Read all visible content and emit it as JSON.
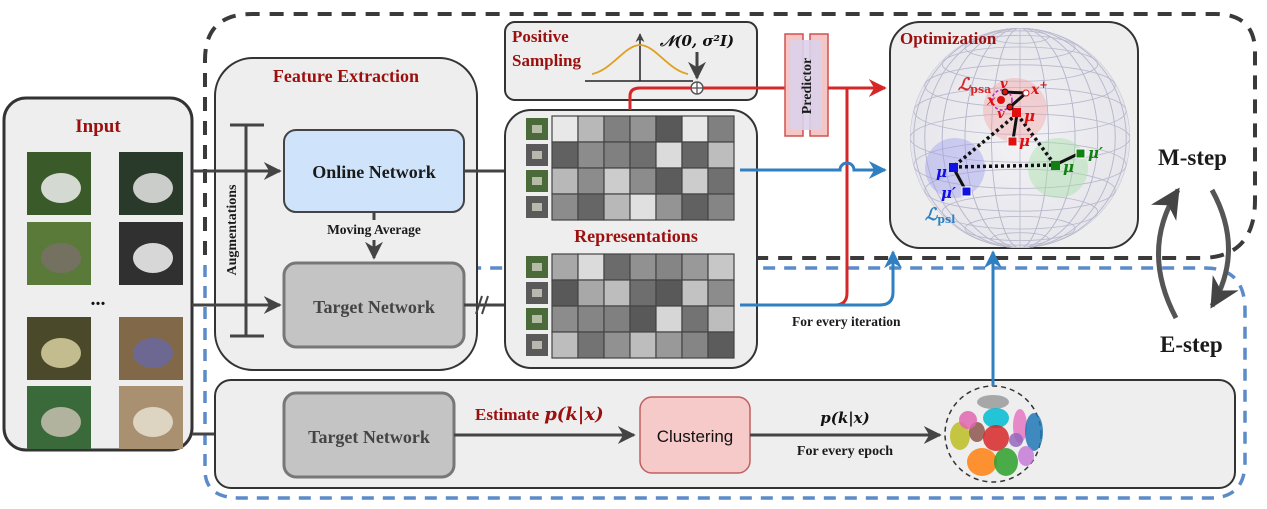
{
  "figure": {
    "regions": {
      "input": {
        "title": "Input",
        "ellipsis": "..."
      },
      "feature_extraction": {
        "title": "Feature Extraction",
        "augmentations_label": "Augmentations",
        "online_network_label": "Online Network",
        "moving_average_label": "Moving Average",
        "target_network_label": "Target Network"
      },
      "positive_sampling": {
        "title_line1": "Positive",
        "title_line2": "Sampling",
        "noise_label": "𝒩(0, σ²I)"
      },
      "predictor": {
        "label": "Predictor"
      },
      "representations": {
        "title": "Representations",
        "matrix_rows": 4,
        "matrix_cols": 7,
        "online_matrix_gray": [
          [
            0.91,
            0.72,
            0.5,
            0.58,
            0.35,
            0.91,
            0.5
          ],
          [
            0.38,
            0.55,
            0.5,
            0.43,
            0.86,
            0.4,
            0.74
          ],
          [
            0.72,
            0.55,
            0.8,
            0.55,
            0.36,
            0.8,
            0.44
          ],
          [
            0.55,
            0.4,
            0.72,
            0.88,
            0.58,
            0.38,
            0.52
          ]
        ],
        "target_matrix_gray": [
          [
            0.66,
            0.86,
            0.42,
            0.57,
            0.52,
            0.6,
            0.78
          ],
          [
            0.35,
            0.66,
            0.74,
            0.43,
            0.35,
            0.76,
            0.55
          ],
          [
            0.55,
            0.52,
            0.5,
            0.35,
            0.84,
            0.45,
            0.74
          ],
          [
            0.74,
            0.45,
            0.57,
            0.74,
            0.6,
            0.52,
            0.36
          ]
        ]
      },
      "optimization": {
        "title": "Optimization",
        "loss_psa": "ℒ",
        "loss_psa_sub": "psa",
        "loss_psl": "ℒ",
        "loss_psl_sub": "psl",
        "symbols": {
          "x": "x",
          "x_plus": "x",
          "plus_sup": "+",
          "v": "v",
          "mu": "μ",
          "mu_prime": "μ′"
        }
      },
      "clustering_branch": {
        "target_network_label": "Target Network",
        "estimate_label": "Estimate",
        "estimate_math": "p(k|x)",
        "clustering_label": "Clustering",
        "posterior_label": "p(k|x)",
        "epoch_label": "For every epoch"
      },
      "iteration_label": "For every iteration",
      "em": {
        "m_step": "M-step",
        "e_step": "E-step"
      }
    },
    "colors": {
      "title_red": "#9b0f0f",
      "arrow_red": "#d62728",
      "arrow_blue": "#2f7fc1",
      "dash_dark": "#3a3a3a",
      "dash_blue": "#5b8bc8",
      "online_fill": "#cfe4fb",
      "target_fill": "#c4c4c4",
      "clustering_fill": "#f7caca",
      "panel_fill": "#eeeeee"
    },
    "cluster_colors": [
      "#9a9a9a",
      "#00bcd4",
      "#e377c2",
      "#1f77b4",
      "#bcbd22",
      "#8c564b",
      "#d62728",
      "#9467bd",
      "#ff7f0e",
      "#2ca02c",
      "#c67ad8",
      "#e066b0"
    ]
  }
}
